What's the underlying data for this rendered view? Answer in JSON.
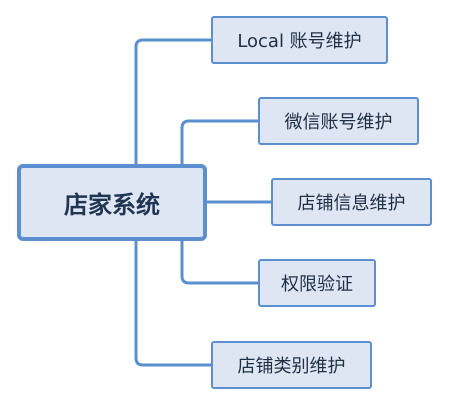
{
  "diagram": {
    "root": {
      "label": "店家系统"
    },
    "branches": [
      {
        "label": "Local 账号维护"
      },
      {
        "label": "微信账号维护"
      },
      {
        "label": "店铺信息维护"
      },
      {
        "label": "权限验证"
      },
      {
        "label": "店铺类别维护"
      }
    ]
  },
  "colors": {
    "node_fill": "#dde6f2",
    "node_border": "#5b8fcf",
    "connector": "#5b8fcf",
    "text": "#1f2f44"
  }
}
